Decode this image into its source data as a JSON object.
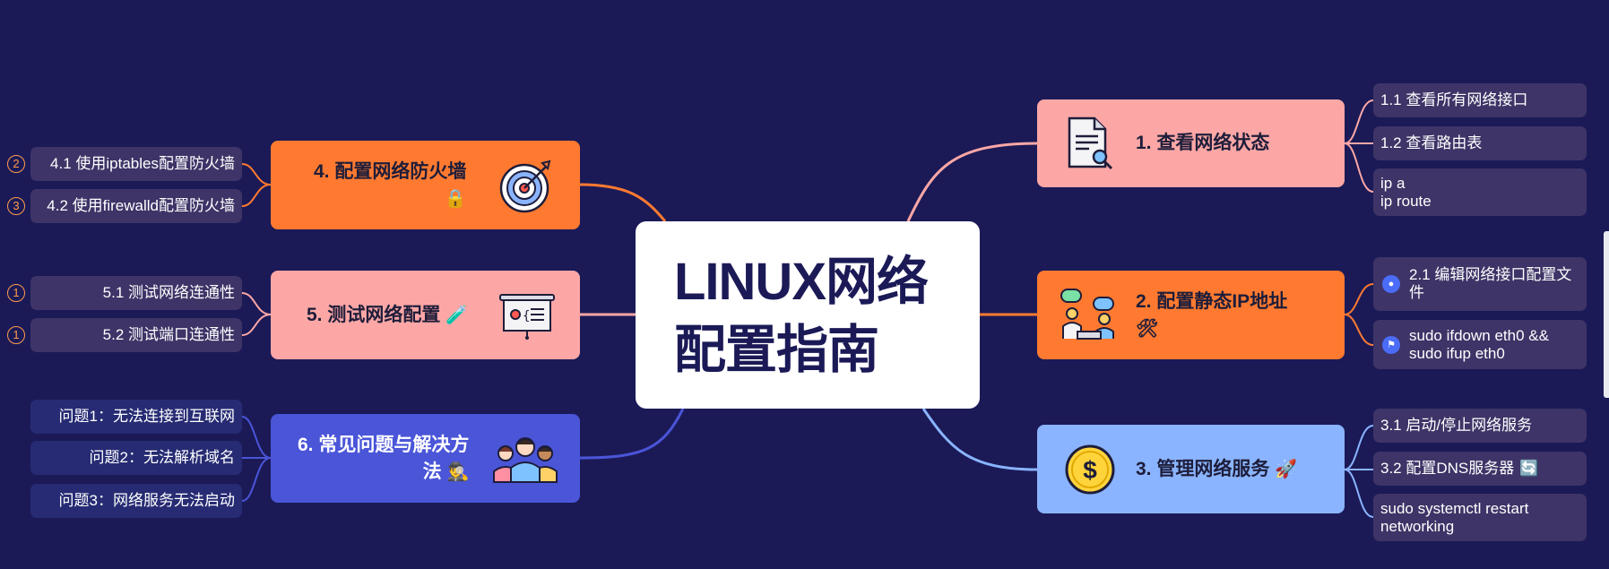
{
  "center": {
    "title_line1": "LINUX网络",
    "title_line2": "配置指南"
  },
  "branches": {
    "b1": {
      "label": "1. 查看网络状态",
      "icon": "document-search-icon",
      "color": "#fca7a6",
      "children": [
        "1.1 查看所有网络接口",
        "1.2 查看路由表",
        "ip a\nip route"
      ]
    },
    "b2": {
      "label": "2. 配置静态IP地址",
      "tag": "🛠",
      "icon": "chat-people-icon",
      "color": "#ff7a30",
      "children": [
        "2.1 编辑网络接口配置文件",
        "sudo ifdown eth0 &&\nsudo ifup eth0"
      ],
      "child_icons": [
        "user-circle-icon",
        "flag-icon"
      ]
    },
    "b3": {
      "label": "3. 管理网络服务",
      "tag": "🚀",
      "icon": "dollar-coin-icon",
      "color": "#8ab4ff",
      "children": [
        "3.1 启动/停止网络服务",
        "3.2 配置DNS服务器",
        "sudo systemctl restart\nnetworking"
      ],
      "child2_tag": "🔄"
    },
    "b4": {
      "label": "4. 配置网络防火墙",
      "tag": "🔒",
      "icon": "target-icon",
      "color": "#ff7a30",
      "children": [
        "4.1 使用iptables配置防火墙",
        "4.2 使用firewalld配置防火墙"
      ],
      "badges": [
        "2",
        "3"
      ]
    },
    "b5": {
      "label": "5. 测试网络配置",
      "tag": "🧪",
      "icon": "presentation-board-icon",
      "color": "#fca7a6",
      "children": [
        "5.1 测试网络连通性",
        "5.2 测试端口连通性"
      ],
      "badges": [
        "1",
        "1"
      ]
    },
    "b6": {
      "label_line1": "6. 常见问题与解决方",
      "label_line2": "法",
      "tag": "🕵️‍♂️",
      "icon": "team-people-icon",
      "color": "#4a55d8",
      "children": [
        "问题1：无法连接到互联网",
        "问题2：无法解析域名",
        "问题3：网络服务无法启动"
      ]
    }
  }
}
